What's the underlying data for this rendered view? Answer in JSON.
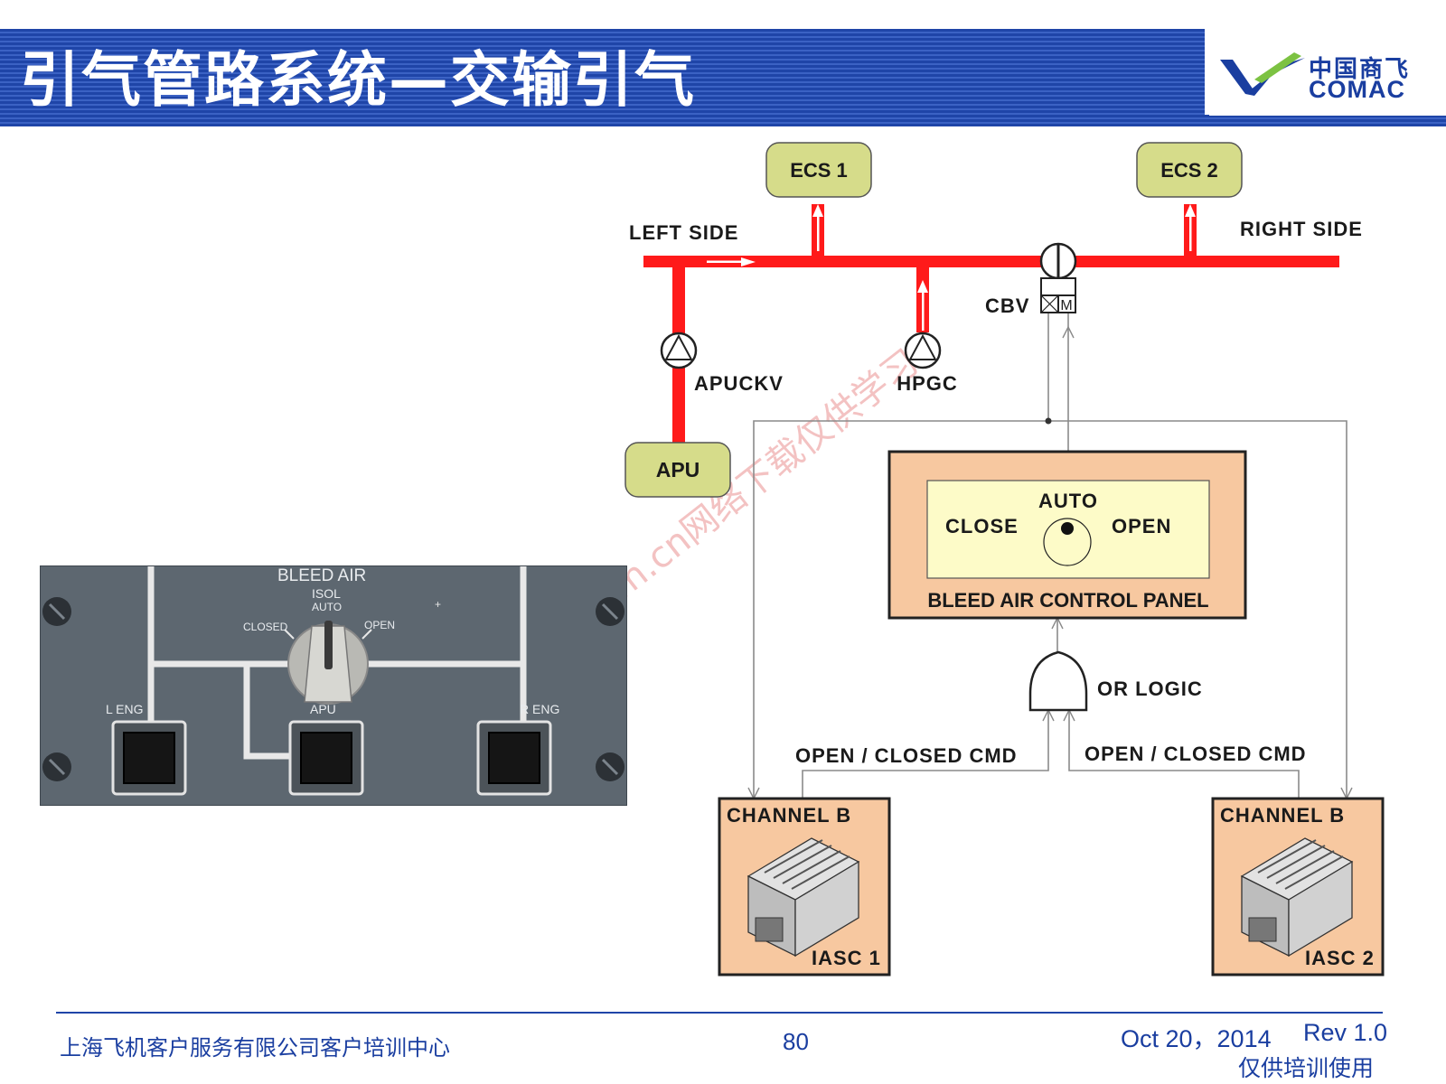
{
  "header": {
    "title": "引气管路系统—交输引气",
    "logo_cn": "中国商飞",
    "logo_en": "COMAC",
    "colors": {
      "header": "#1f45a8",
      "pipe": "#ff1a1a",
      "ecs_box": "#d6dc8a",
      "panel_box": "#f7c8a0"
    }
  },
  "diagram": {
    "left_side": "LEFT SIDE",
    "right_side": "RIGHT SIDE",
    "ecs1": "ECS 1",
    "ecs2": "ECS 2",
    "cbv": "CBV",
    "apuckv": "APUCKV",
    "hpgc": "HPGC",
    "apu": "APU",
    "control_panel": {
      "auto": "AUTO",
      "close": "CLOSE",
      "open": "OPEN",
      "title": "BLEED AIR CONTROL PANEL"
    },
    "or_logic": "OR LOGIC",
    "cmd_left": "OPEN / CLOSED CMD",
    "cmd_right": "OPEN / CLOSED CMD",
    "channel1": "CHANNEL B",
    "channel2": "CHANNEL B",
    "iasc1": "IASC 1",
    "iasc2": "IASC 2",
    "watermark": "aeroacm.cn网络下载仅供学习"
  },
  "panel": {
    "title": "BLEED AIR",
    "isol": "ISOL",
    "auto": "AUTO",
    "closed": "CLOSED",
    "open": "OPEN",
    "l_eng": "L ENG",
    "apu": "APU",
    "r_eng": "R ENG"
  },
  "footer": {
    "org": "上海飞机客户服务有限公司客户培训中心",
    "page": "80",
    "date": "Oct 20，2014",
    "rev": "Rev 1.0",
    "note": "仅供培训使用"
  }
}
